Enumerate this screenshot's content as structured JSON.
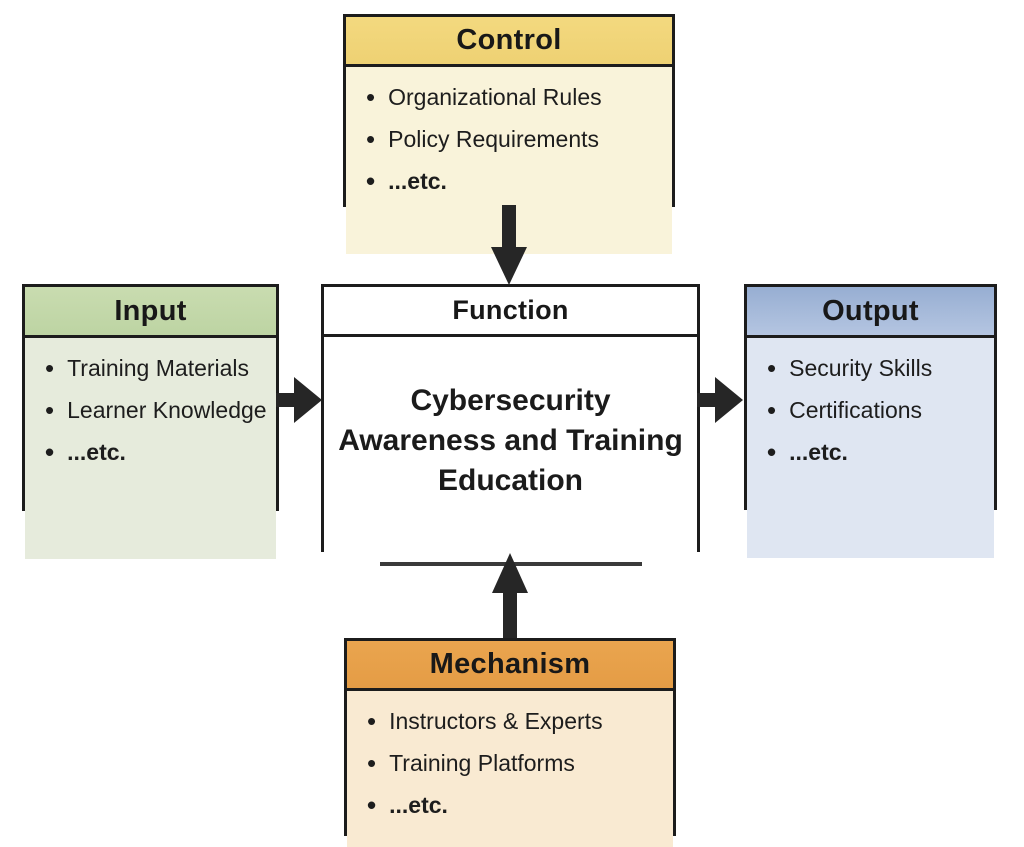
{
  "diagram": {
    "background": "#ffffff",
    "border_color": "#1c1c1c",
    "arrow_color": "#262626",
    "bullet_glyph": "•",
    "boxes": {
      "control": {
        "title": "Control",
        "items": [
          "Organizational Rules",
          "Policy Requirements",
          "...etc."
        ],
        "header_color": "#f3d97f",
        "header_color2": "#eed173",
        "body_color": "#f9f3da"
      },
      "input": {
        "title": "Input",
        "items": [
          "Training Materials",
          "Learner Knowledge",
          "...etc."
        ],
        "header_color": "#c9dcb0",
        "header_color2": "#bdd4a3",
        "body_color": "#e6ebdc"
      },
      "function": {
        "title": "Function",
        "lines": [
          "Cybersecurity",
          "Awareness and Training",
          "Education"
        ],
        "header_color": "#ffffff",
        "header_color2": "",
        "body_color": "#ffffff"
      },
      "output": {
        "title": "Output",
        "items": [
          "Security Skills",
          "Certifications",
          "...etc."
        ],
        "header_color": "#97aed2",
        "header_color2": "#b4c5e1",
        "body_color": "#dfe6f2"
      },
      "mechanism": {
        "title": "Mechanism",
        "items": [
          "Instructors & Experts",
          "Training Platforms",
          "...etc."
        ],
        "header_color": "#eaa54f",
        "header_color2": "#e49c45",
        "body_color": "#f9ead2"
      }
    },
    "arrows": [
      {
        "from": "control",
        "to": "function",
        "direction": "down"
      },
      {
        "from": "input",
        "to": "function",
        "direction": "right"
      },
      {
        "from": "function",
        "to": "output",
        "direction": "right"
      },
      {
        "from": "mechanism",
        "to": "function",
        "direction": "up"
      }
    ]
  }
}
